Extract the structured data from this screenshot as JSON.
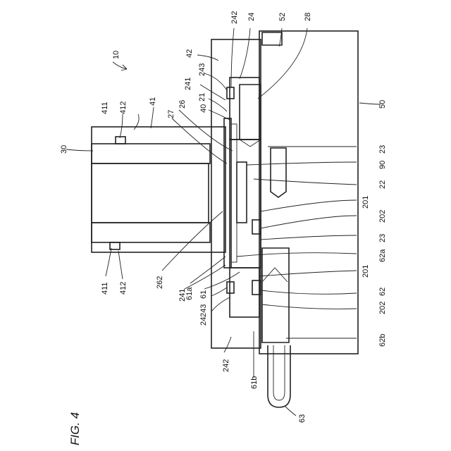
{
  "figure": {
    "title": "FIG. 4"
  },
  "labels": {
    "l10": "10",
    "l242a": "242",
    "l24a": "24",
    "l52": "52",
    "l28": "28",
    "l42": "42",
    "l243a": "243",
    "l241a": "241",
    "l21": "21",
    "l26": "26",
    "l40": "40",
    "l27": "27",
    "l411a": "411",
    "l412a": "412",
    "l41": "41",
    "l30": "30",
    "l50": "50",
    "l23a": "23",
    "l90": "90",
    "l22": "22",
    "l201a": "201",
    "l202a": "202",
    "l23b": "23",
    "l411b": "411",
    "l412b": "412",
    "l262": "262",
    "l61a": "61a",
    "l241b": "241",
    "l61": "61",
    "l62a": "62a",
    "l201b": "201",
    "l62": "62",
    "l243b": "243",
    "l24b": "24",
    "l202b": "202",
    "l242b": "242",
    "l61b": "61b",
    "l62b": "62b",
    "l63": "63"
  },
  "colors": {
    "ink": "#222222",
    "hatch": "#333333",
    "background": "#ffffff"
  }
}
